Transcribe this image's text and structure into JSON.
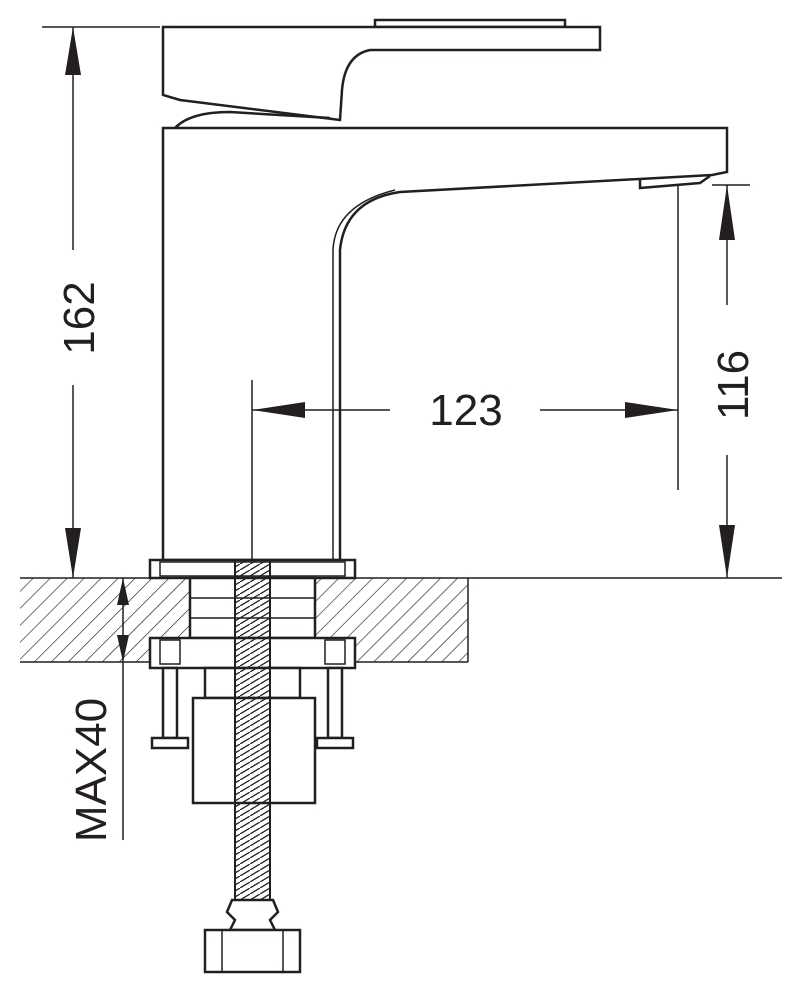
{
  "title": "Basin mixer tap dimension drawing",
  "dimensions": {
    "total_height": "162",
    "spout_reach": "123",
    "spout_height": "116",
    "max_counter_thickness": "MAX40"
  },
  "colors": {
    "line": "#231f20",
    "background": "#ffffff"
  }
}
